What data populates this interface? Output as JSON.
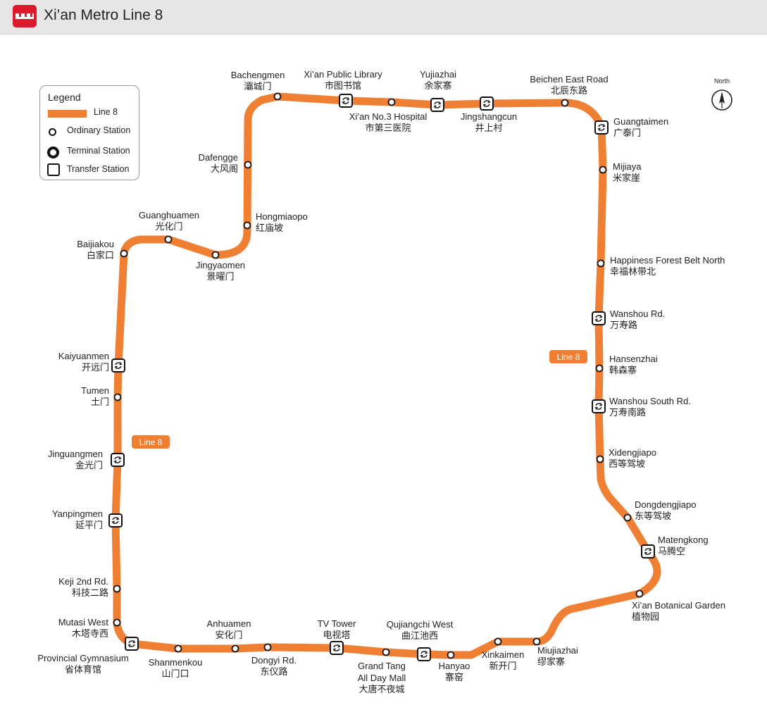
{
  "header": {
    "title": "Xi’an Metro Line 8",
    "logo_icon": "xian-metro-logo-icon"
  },
  "legend": {
    "title": "Legend",
    "items": [
      {
        "type": "line",
        "label": "Line 8"
      },
      {
        "type": "ordinary",
        "label": "Ordinary Station"
      },
      {
        "type": "terminal",
        "label": "Terminal Station"
      },
      {
        "type": "transfer",
        "label": "Transfer Station"
      }
    ]
  },
  "compass": {
    "label": "North",
    "icon": "north-arrow-icon"
  },
  "line": {
    "name": "Line 8",
    "color": "#ef7f33",
    "badges": [
      "Line 8",
      "Line 8"
    ]
  },
  "stations": [
    {
      "en": "Bachengmen",
      "zh": "灞城门",
      "type": "ordinary"
    },
    {
      "en": "Xi’an Public Library",
      "zh": "市图书馆",
      "type": "transfer"
    },
    {
      "en": "Xi’an No.3 Hospital",
      "zh": "市第三医院",
      "type": "ordinary"
    },
    {
      "en": "Yujiazhai",
      "zh": "余家寨",
      "type": "transfer"
    },
    {
      "en": "Jingshangcun",
      "zh": "井上村",
      "type": "transfer"
    },
    {
      "en": "Beichen East Road",
      "zh": "北辰东路",
      "type": "ordinary"
    },
    {
      "en": "Guangtaimen",
      "zh": "广泰门",
      "type": "transfer"
    },
    {
      "en": "Mijiaya",
      "zh": "米家崖",
      "type": "ordinary"
    },
    {
      "en": "Happiness Forest Belt North",
      "zh": "幸福林带北",
      "type": "ordinary"
    },
    {
      "en": "Wanshou Rd.",
      "zh": "万寿路",
      "type": "transfer"
    },
    {
      "en": "Hansenzhai",
      "zh": "韩森寨",
      "type": "ordinary"
    },
    {
      "en": "Wanshou South Rd.",
      "zh": "万寿南路",
      "type": "transfer"
    },
    {
      "en": "Xidengjiapo",
      "zh": "西等驾坡",
      "type": "ordinary"
    },
    {
      "en": "Dongdengjiapo",
      "zh": "东等驾坡",
      "type": "ordinary"
    },
    {
      "en": "Matengkong",
      "zh": "马腾空",
      "type": "transfer"
    },
    {
      "en": "Xi’an Botanical Garden",
      "zh": "植物园",
      "type": "ordinary"
    },
    {
      "en": "Miujiazhai",
      "zh": "缪家寨",
      "type": "ordinary"
    },
    {
      "en": "Xinkaimen",
      "zh": "新开门",
      "type": "ordinary"
    },
    {
      "en": "Hanyao",
      "zh": "寨窑",
      "type": "ordinary"
    },
    {
      "en": "Qujiangchi West",
      "zh": "曲江池西",
      "type": "transfer"
    },
    {
      "en": "Grand Tang All Day Mall",
      "zh": "大唐不夜城",
      "type": "ordinary"
    },
    {
      "en": "TV Tower",
      "zh": "电视塔",
      "type": "transfer"
    },
    {
      "en": "Dongyi Rd.",
      "zh": "东仪路",
      "type": "ordinary"
    },
    {
      "en": "Anhuamen",
      "zh": "安化门",
      "type": "ordinary"
    },
    {
      "en": "Shanmenkou",
      "zh": "山门口",
      "type": "ordinary"
    },
    {
      "en": "Provincial Gymnasium",
      "zh": "省体育馆",
      "type": "transfer"
    },
    {
      "en": "Mutasi West",
      "zh": "木塔寺西",
      "type": "ordinary"
    },
    {
      "en": "Keji 2nd Rd.",
      "zh": "科技二路",
      "type": "ordinary"
    },
    {
      "en": "Yanpingmen",
      "zh": "延平门",
      "type": "transfer"
    },
    {
      "en": "Jinguangmen",
      "zh": "金光门",
      "type": "transfer"
    },
    {
      "en": "Tumen",
      "zh": "土门",
      "type": "ordinary"
    },
    {
      "en": "Kaiyuanmen",
      "zh": "开远门",
      "type": "transfer"
    },
    {
      "en": "Baijiakou",
      "zh": "白家口",
      "type": "ordinary"
    },
    {
      "en": "Guanghuamen",
      "zh": "光化门",
      "type": "ordinary"
    },
    {
      "en": "Jingyaomen",
      "zh": "景曜门",
      "type": "ordinary"
    },
    {
      "en": "Hongmiaopo",
      "zh": "红庙坡",
      "type": "ordinary"
    },
    {
      "en": "Dafengge",
      "zh": "大风阁",
      "type": "ordinary"
    }
  ]
}
